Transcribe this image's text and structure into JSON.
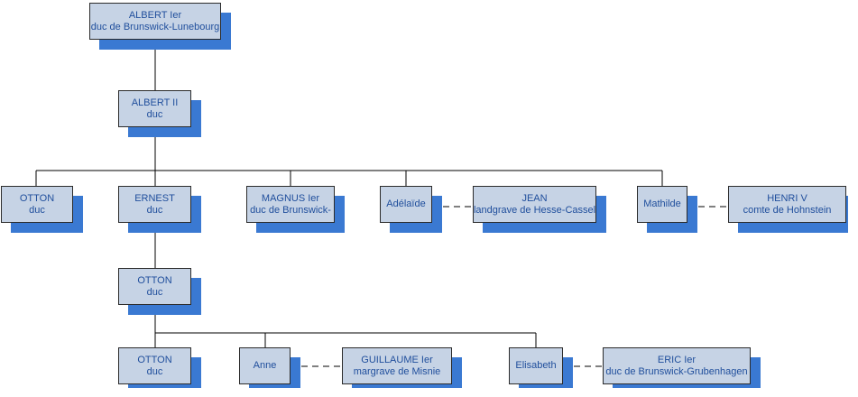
{
  "nodes": [
    {
      "id": "albert1",
      "line1": "ALBERT Ier",
      "line2": "duc de Brunswick-Lunebourg"
    },
    {
      "id": "albert2",
      "line1": "ALBERT II",
      "line2": "duc"
    },
    {
      "id": "otton_a",
      "line1": "OTTON",
      "line2": "duc"
    },
    {
      "id": "ernest",
      "line1": "ERNEST",
      "line2": "duc"
    },
    {
      "id": "magnus",
      "line1": "MAGNUS Ier",
      "line2": "duc de Brunswick-"
    },
    {
      "id": "adelaide",
      "line1": "Adélaïde",
      "line2": ""
    },
    {
      "id": "jean",
      "line1": "JEAN",
      "line2": "landgrave de Hesse-Cassel"
    },
    {
      "id": "mathilde",
      "line1": "Mathilde",
      "line2": ""
    },
    {
      "id": "henri5",
      "line1": "HENRI V",
      "line2": "comte de Hohnstein"
    },
    {
      "id": "otton_b",
      "line1": "OTTON",
      "line2": "duc"
    },
    {
      "id": "otton_c",
      "line1": "OTTON",
      "line2": "duc"
    },
    {
      "id": "anne",
      "line1": "Anne",
      "line2": ""
    },
    {
      "id": "guillaume",
      "line1": "GUILLAUME Ier",
      "line2": "margrave de Misnie"
    },
    {
      "id": "elisabeth",
      "line1": "Elisabeth",
      "line2": ""
    },
    {
      "id": "eric",
      "line1": "ERIC Ier",
      "line2": "duc de Brunswick-Grubenhagen"
    }
  ],
  "colors": {
    "box_fill": "#c6d3e5",
    "shadow": "#3a79d2",
    "text": "#1f4e9c",
    "border": "#2b2b2b",
    "line": "#000000"
  }
}
